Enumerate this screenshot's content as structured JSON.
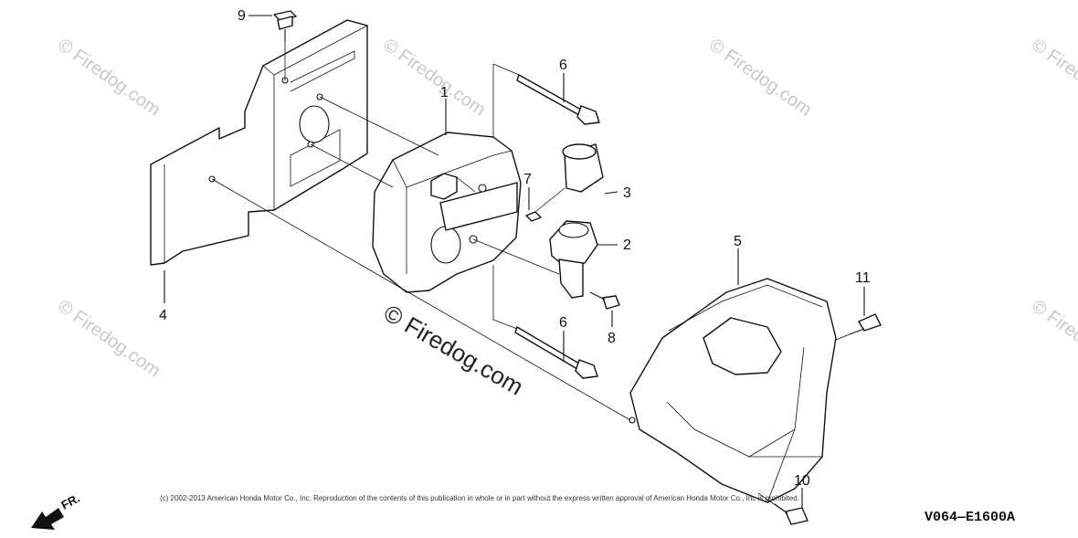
{
  "diagram": {
    "callouts": [
      "1",
      "2",
      "3",
      "4",
      "5",
      "6",
      "6",
      "7",
      "8",
      "9",
      "10",
      "11"
    ],
    "watermark": "© Firedog.com",
    "watermark_small": "© Firedog.com",
    "copyright": "(c) 2002-2013 American Honda Motor Co., Inc. Reproduction of the contents of this publication in whole or in part without the express written approval of American Honda Motor Co., Inc is prohibited.",
    "diagram_code": "V064—E1600A",
    "direction_label": "FR."
  }
}
